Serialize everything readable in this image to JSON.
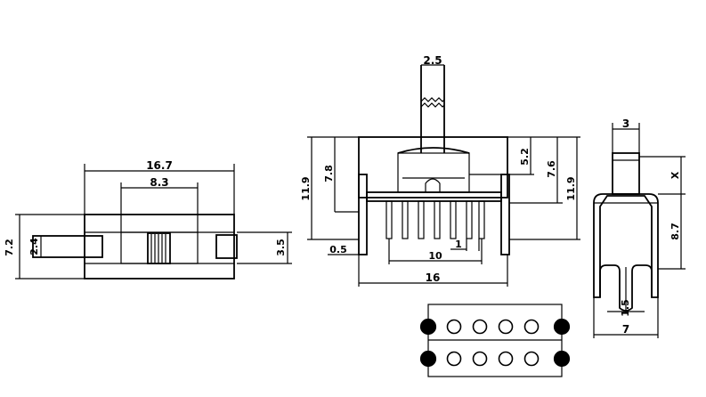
{
  "drawing": {
    "left_view": {
      "overall_length": "16.7",
      "slot_width": "8.3",
      "overall_height": "7.2",
      "tab_height": "2.4",
      "body_height": "3.5"
    },
    "front_view": {
      "actuator_width": "2.5",
      "left_height": "11.9",
      "actuator_height": "7.8",
      "right_height_a": "5.2",
      "right_height_b": "7.6",
      "right_height_c": "11.9",
      "pin_offset": "0.5",
      "pin_pitch": "1",
      "pin_span": "10",
      "body_width": "16"
    },
    "side_view": {
      "top_width": "3",
      "travel": "X",
      "pin_height": "8.7",
      "pin_gap": "1.5",
      "width": "7"
    },
    "pcb_layout": {
      "rows": 2,
      "pads_per_row": 6
    }
  }
}
